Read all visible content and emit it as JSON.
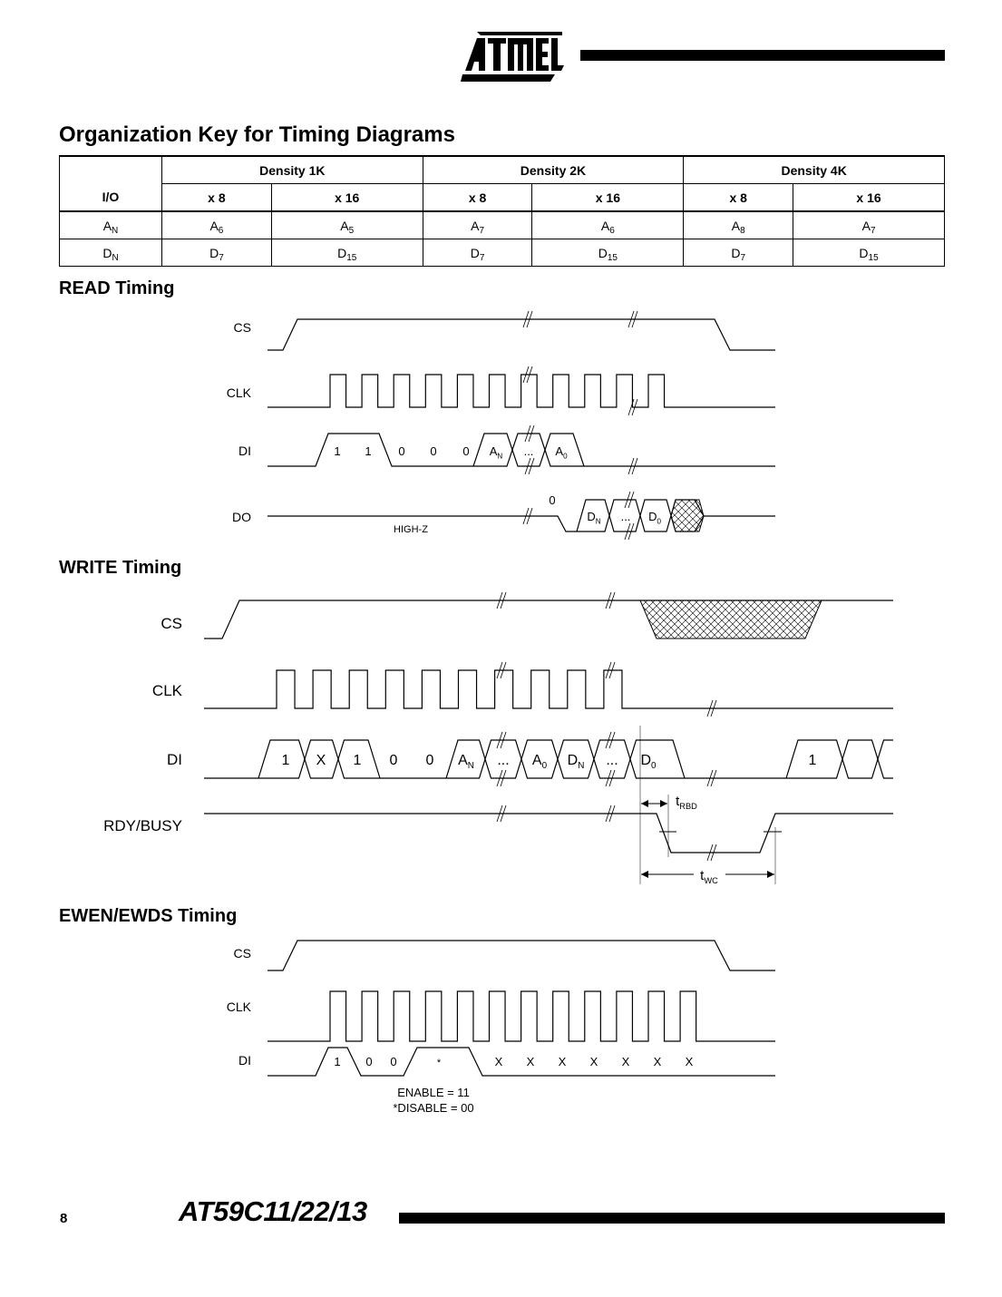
{
  "header": {
    "logo_text": "ATMEL"
  },
  "title": "Organization Key for Timing Diagrams",
  "table": {
    "io_header": "I/O",
    "density_headers": [
      "Density 1K",
      "Density 2K",
      "Density 4K"
    ],
    "width_headers": [
      "x 8",
      "x 16",
      "x 8",
      "x 16",
      "x 8",
      "x 16"
    ],
    "rows": [
      {
        "io": {
          "t": "A",
          "s": "N"
        },
        "cells": [
          {
            "t": "A",
            "s": "6"
          },
          {
            "t": "A",
            "s": "5"
          },
          {
            "t": "A",
            "s": "7"
          },
          {
            "t": "A",
            "s": "6"
          },
          {
            "t": "A",
            "s": "8"
          },
          {
            "t": "A",
            "s": "7"
          }
        ]
      },
      {
        "io": {
          "t": "D",
          "s": "N"
        },
        "cells": [
          {
            "t": "D",
            "s": "7"
          },
          {
            "t": "D",
            "s": "15"
          },
          {
            "t": "D",
            "s": "7"
          },
          {
            "t": "D",
            "s": "15"
          },
          {
            "t": "D",
            "s": "7"
          },
          {
            "t": "D",
            "s": "15"
          }
        ]
      }
    ]
  },
  "read": {
    "title": "READ Timing",
    "signals": {
      "cs": "CS",
      "clk": "CLK",
      "di": "DI",
      "do": "DO"
    },
    "di_bits": [
      "1",
      "1",
      "0",
      "0",
      "0"
    ],
    "di_bus": [
      {
        "t": "A",
        "s": "N"
      },
      {
        "t": "..."
      },
      {
        "t": "A",
        "s": "0"
      }
    ],
    "do_zero": "0",
    "do_bus": [
      {
        "t": "D",
        "s": "N"
      },
      {
        "t": "..."
      },
      {
        "t": "D",
        "s": "0"
      }
    ],
    "high_z": "HIGH-Z"
  },
  "write": {
    "title": "WRITE Timing",
    "signals": {
      "cs": "CS",
      "clk": "CLK",
      "di": "DI",
      "rdy": "RDY/BUSY"
    },
    "di_bits": [
      "1",
      "X",
      "1",
      "0",
      "0"
    ],
    "di_bus": [
      {
        "t": "A",
        "s": "N"
      },
      {
        "t": "..."
      },
      {
        "t": "A",
        "s": "0"
      },
      {
        "t": "D",
        "s": "N"
      },
      {
        "t": "..."
      },
      {
        "t": "D",
        "s": "0"
      }
    ],
    "di_next": "1",
    "t_rbd": {
      "t": "t",
      "s": "RBD"
    },
    "t_wc": {
      "t": "t",
      "s": "WC"
    }
  },
  "ewen": {
    "title": "EWEN/EWDS Timing",
    "signals": {
      "cs": "CS",
      "clk": "CLK",
      "di": "DI"
    },
    "di_bits": [
      "1",
      "0",
      "0",
      "*"
    ],
    "x_labels": [
      "X",
      "X",
      "X",
      "X",
      "X",
      "X",
      "X"
    ],
    "notes": [
      "ENABLE = 11",
      "*DISABLE = 00"
    ]
  },
  "footer": {
    "page_number": "8",
    "part_number": "AT59C11/22/13"
  }
}
